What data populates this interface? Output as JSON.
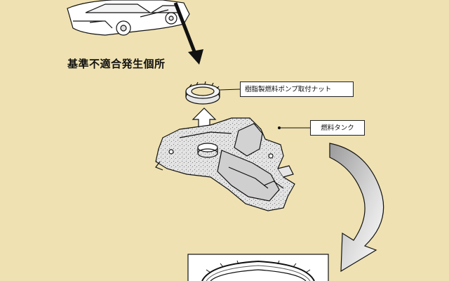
{
  "labels": {
    "defect_location": "基準不適合発生個所",
    "resin_fuel_pump_nut": "樹脂製燃料ポンプ取付ナット",
    "fuel_tank": "燃料タンク"
  },
  "colors": {
    "background": "#efe1b1",
    "line": "#111111",
    "callout_fill": "#ffffff",
    "tank_fill": "#e6e6e6",
    "curved_arrow_fill": "#c8c8c8"
  }
}
